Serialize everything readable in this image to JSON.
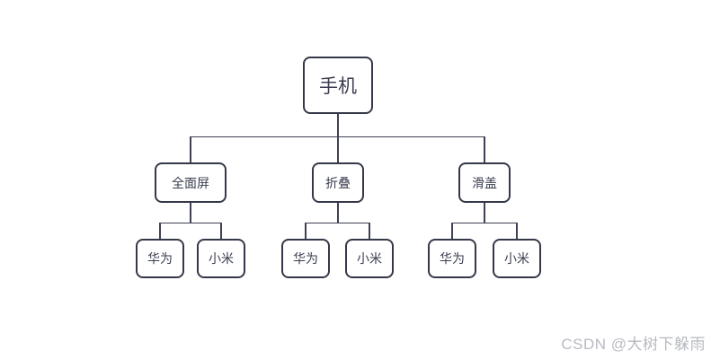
{
  "diagram": {
    "root": {
      "label": "手机"
    },
    "branches": [
      {
        "label": "全面屏",
        "children": [
          {
            "label": "华为"
          },
          {
            "label": "小米"
          }
        ]
      },
      {
        "label": "折叠",
        "children": [
          {
            "label": "华为"
          },
          {
            "label": "小米"
          }
        ]
      },
      {
        "label": "滑盖",
        "children": [
          {
            "label": "华为"
          },
          {
            "label": "小米"
          }
        ]
      }
    ]
  },
  "watermark": {
    "text": "CSDN @大树下躲雨"
  },
  "colors": {
    "background": "#ffffff",
    "box_border": "#353849",
    "box_text": "#3a3d4f",
    "connector": "#3e4153",
    "watermark": "#b7bac0"
  }
}
